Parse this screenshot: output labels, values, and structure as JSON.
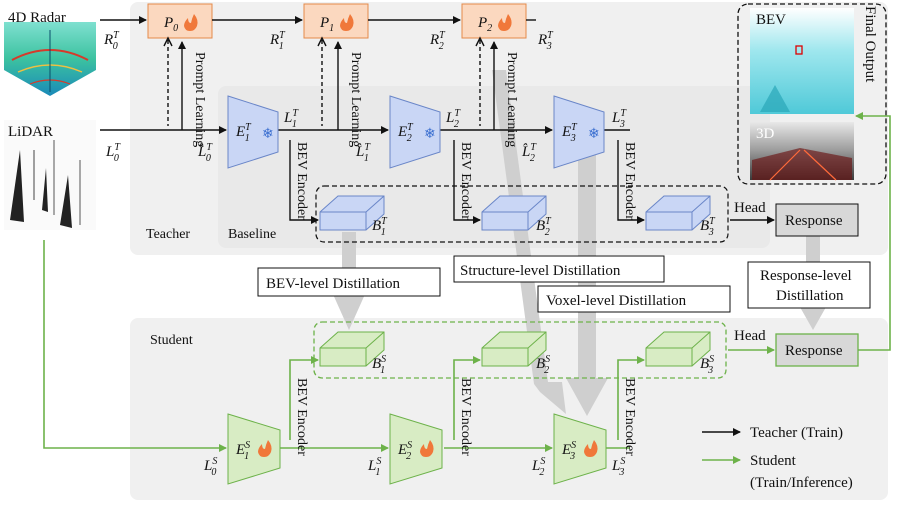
{
  "inputs": {
    "radar_label": "4D Radar",
    "lidar_label": "LiDAR"
  },
  "prompts": [
    {
      "label": "P",
      "sub": "0"
    },
    {
      "label": "P",
      "sub": "1"
    },
    {
      "label": "P",
      "sub": "2"
    }
  ],
  "radar_feats": [
    {
      "label": "R",
      "sub": "0",
      "sup": "T"
    },
    {
      "label": "R",
      "sub": "1",
      "sup": "T"
    },
    {
      "label": "R",
      "sub": "2",
      "sup": "T"
    },
    {
      "label": "R",
      "sub": "3",
      "sup": "T"
    }
  ],
  "prompt_learning_label": "Prompt Learning",
  "teacher": {
    "section_label": "Teacher",
    "baseline_label": "Baseline",
    "encoders": [
      {
        "label": "E",
        "sub": "1",
        "sup": "T"
      },
      {
        "label": "E",
        "sub": "2",
        "sup": "T"
      },
      {
        "label": "E",
        "sub": "3",
        "sup": "T"
      }
    ],
    "lidar_feats": [
      {
        "label": "L",
        "sub": "0",
        "sup": "T"
      },
      {
        "label": "L",
        "sub": "1",
        "sup": "T"
      },
      {
        "label": "L",
        "sub": "2",
        "sup": "T"
      },
      {
        "label": "L",
        "sub": "3",
        "sup": "T"
      }
    ],
    "fused_feats": [
      {
        "label": "L̂",
        "sub": "0",
        "sup": "T"
      },
      {
        "label": "L̂",
        "sub": "1",
        "sup": "T"
      },
      {
        "label": "L̂",
        "sub": "2",
        "sup": "T"
      }
    ],
    "bev_feats": [
      {
        "label": "B",
        "sub": "1",
        "sup": "T"
      },
      {
        "label": "B",
        "sub": "2",
        "sup": "T"
      },
      {
        "label": "B",
        "sub": "3",
        "sup": "T"
      }
    ],
    "head_label": "Head",
    "response_label": "Response"
  },
  "bev_encoder_label": "BEV Encoder",
  "final_output": {
    "title": "Final Output",
    "bev_label": "BEV",
    "threed_label": "3D"
  },
  "distillation": {
    "bev_level": "BEV-level Distillation",
    "structure_level": "Structure-level Distillation",
    "voxel_level": "Voxel-level Distillation",
    "response_level_line1": "Response-level",
    "response_level_line2": "Distillation"
  },
  "student": {
    "section_label": "Student",
    "encoders": [
      {
        "label": "E",
        "sub": "1",
        "sup": "S"
      },
      {
        "label": "E",
        "sub": "2",
        "sup": "S"
      },
      {
        "label": "E",
        "sub": "3",
        "sup": "S"
      }
    ],
    "lidar_feats": [
      {
        "label": "L",
        "sub": "0",
        "sup": "S"
      },
      {
        "label": "L",
        "sub": "1",
        "sup": "S"
      },
      {
        "label": "L",
        "sub": "2",
        "sup": "S"
      },
      {
        "label": "L",
        "sub": "3",
        "sup": "S"
      }
    ],
    "bev_feats": [
      {
        "label": "B",
        "sub": "1",
        "sup": "S"
      },
      {
        "label": "B",
        "sub": "2",
        "sup": "S"
      },
      {
        "label": "B",
        "sub": "3",
        "sup": "S"
      }
    ],
    "head_label": "Head",
    "response_label": "Response"
  },
  "legend": {
    "teacher": "Teacher (Train)",
    "student_line1": "Student",
    "student_line2": "(Train/Inference)"
  },
  "colors": {
    "teacher_line": "#111111",
    "student_line": "#6db24a",
    "teacher_block": "#c9d6f5",
    "student_block": "#d8ecc4",
    "prompt_block": "#fbd8bf",
    "distill_arrow": "#cfcfcf"
  }
}
